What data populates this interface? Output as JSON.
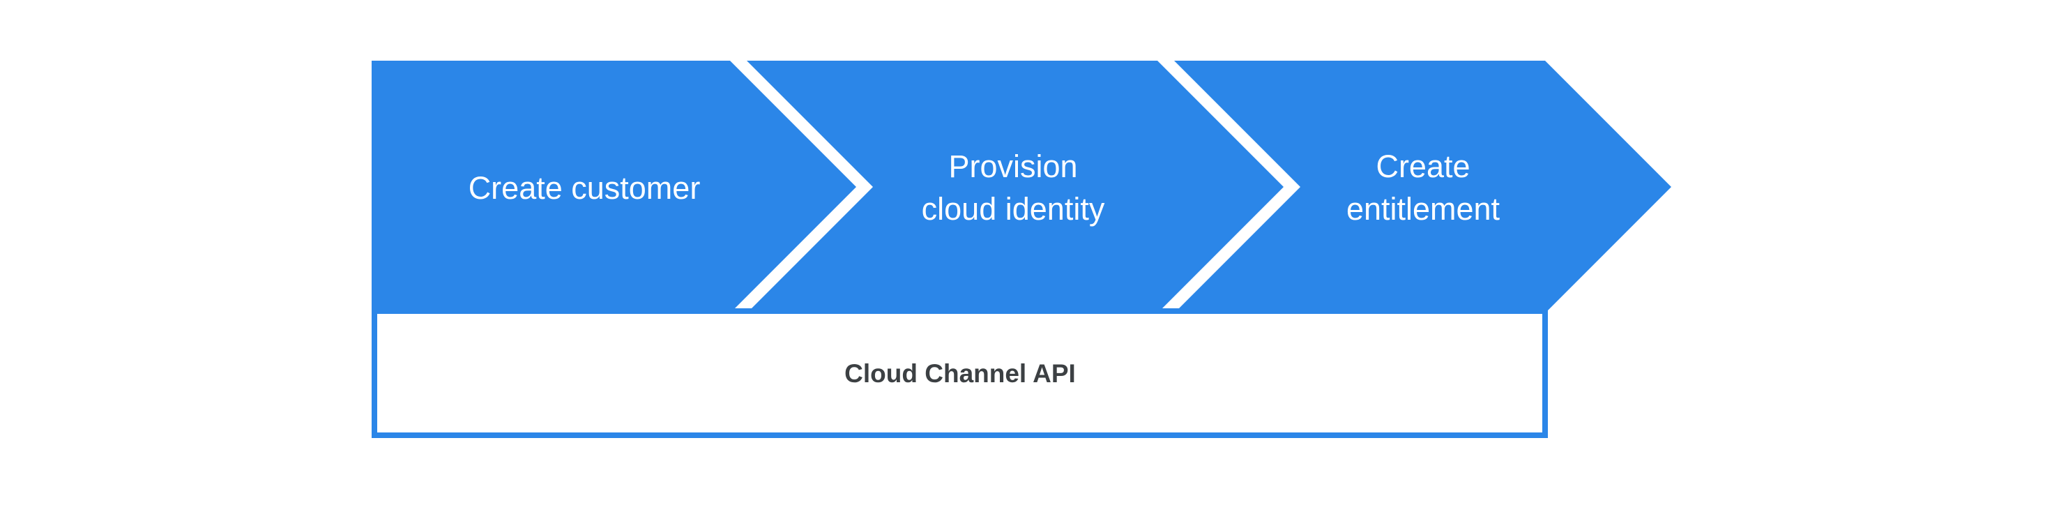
{
  "colors": {
    "background": "#ffffff",
    "step_fill": "#2b86e8",
    "step_label": "#ffffff",
    "api_border": "#2b86e8",
    "api_fill": "#ffffff",
    "api_label": "#3c4043"
  },
  "steps": [
    {
      "id": "create-customer",
      "lines": [
        "Create customer",
        ""
      ]
    },
    {
      "id": "provision-cloud-identity",
      "lines": [
        "Provision",
        "cloud identity"
      ]
    },
    {
      "id": "create-entitlement",
      "lines": [
        "Create",
        "entitlement"
      ]
    }
  ],
  "api_bar": {
    "label": "Cloud Channel API"
  }
}
